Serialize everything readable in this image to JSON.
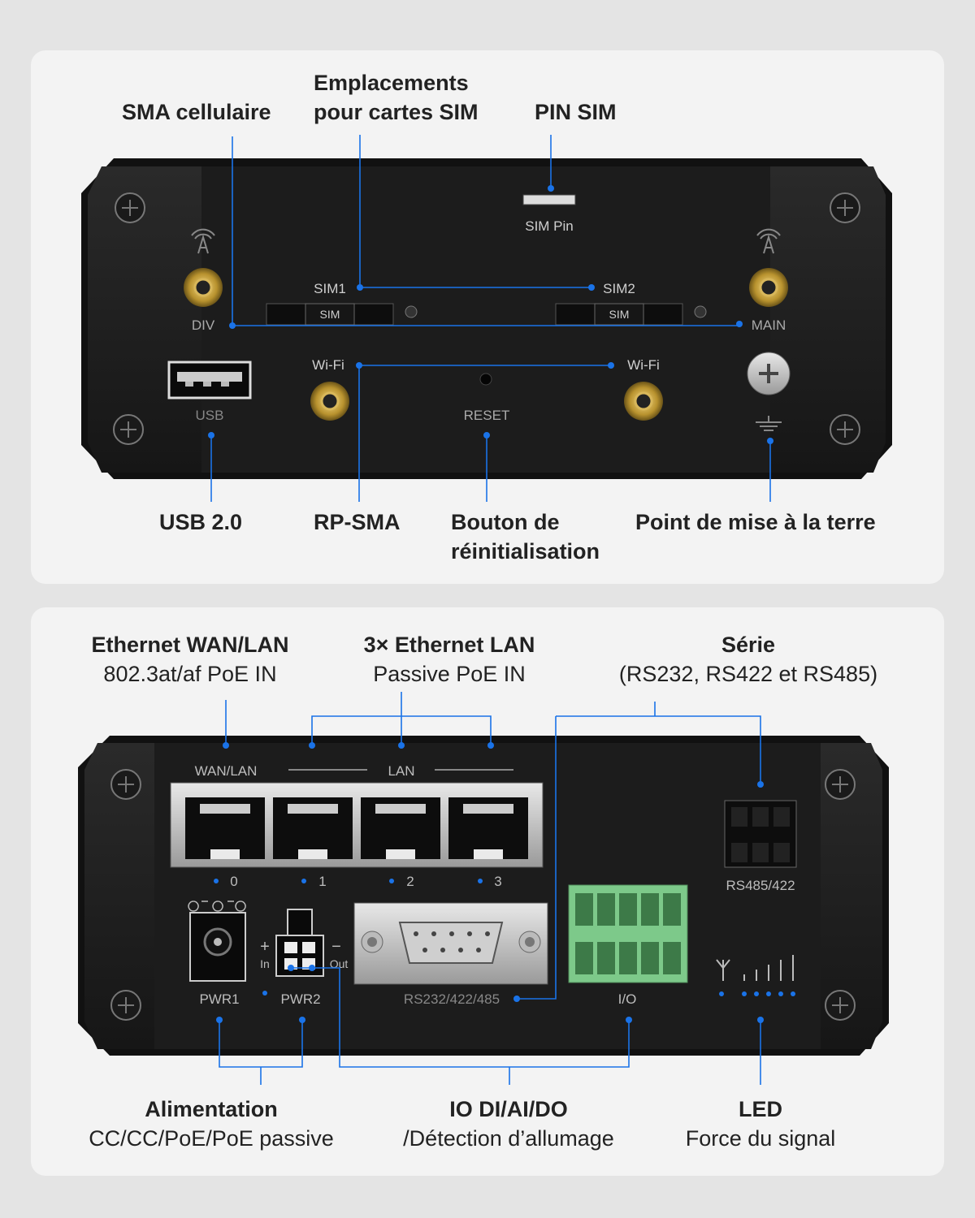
{
  "top_panel": {
    "callouts": {
      "sma_cellular": "SMA cellulaire",
      "sim_slots_line1": "Emplacements",
      "sim_slots_line2": "pour cartes SIM",
      "sim_pin": "PIN SIM",
      "usb": "USB 2.0",
      "rp_sma": "RP-SMA",
      "reset_line1": "Bouton de",
      "reset_line2": "réinitialisation",
      "ground": "Point de mise à la terre"
    },
    "device_labels": {
      "sim_pin": "SIM Pin",
      "sim1": "SIM1",
      "sim2": "SIM2",
      "sim_slot": "SIM",
      "div": "DIV",
      "main": "MAIN",
      "wifi_left": "Wi-Fi",
      "wifi_right": "Wi-Fi",
      "usb": "USB",
      "reset": "RESET"
    }
  },
  "bottom_panel": {
    "callouts": {
      "wan_title": "Ethernet WAN/LAN",
      "wan_sub": "802.3at/af PoE IN",
      "lan_title": "3× Ethernet LAN",
      "lan_sub": "Passive PoE IN",
      "serial_title": "Série",
      "serial_sub": "(RS232, RS422 et RS485)",
      "power_title": "Alimentation",
      "power_sub": "CC/CC/PoE/PoE passive",
      "io_title": "IO DI/AI/DO",
      "io_sub": "/Détection d’allumage",
      "led_title": "LED",
      "led_sub": "Force du signal"
    },
    "device_labels": {
      "wan_lan": "WAN/LAN",
      "lan": "LAN",
      "port_numbers": [
        "0",
        "1",
        "2",
        "3"
      ],
      "rs485": "RS485/422",
      "pwr1": "PWR1",
      "pwr2": "PWR2",
      "plus": "+",
      "minus": "−",
      "in": "In",
      "out": "Out",
      "rs232": "RS232/422/485",
      "io": "I/O"
    }
  },
  "colors": {
    "accent": "#1a73e8",
    "device_body": "#1e1e1e",
    "label": "#222222",
    "panel": "#f3f3f3",
    "background": "#e4e4e4"
  }
}
